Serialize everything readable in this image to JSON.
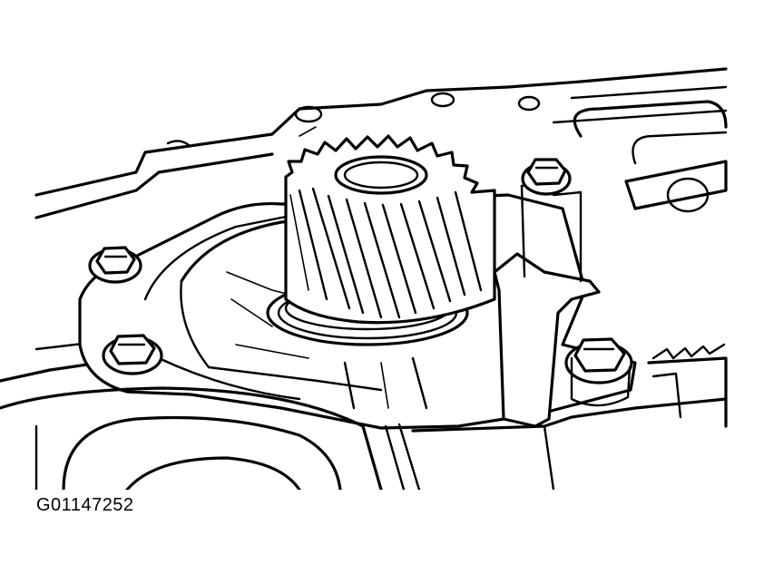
{
  "figure": {
    "caption": "G01147252",
    "components": [
      "transmission-case",
      "helical-gear",
      "gear-bearing-seal",
      "mounting-bolt",
      "retainer-bracket",
      "bearing-cover"
    ]
  }
}
